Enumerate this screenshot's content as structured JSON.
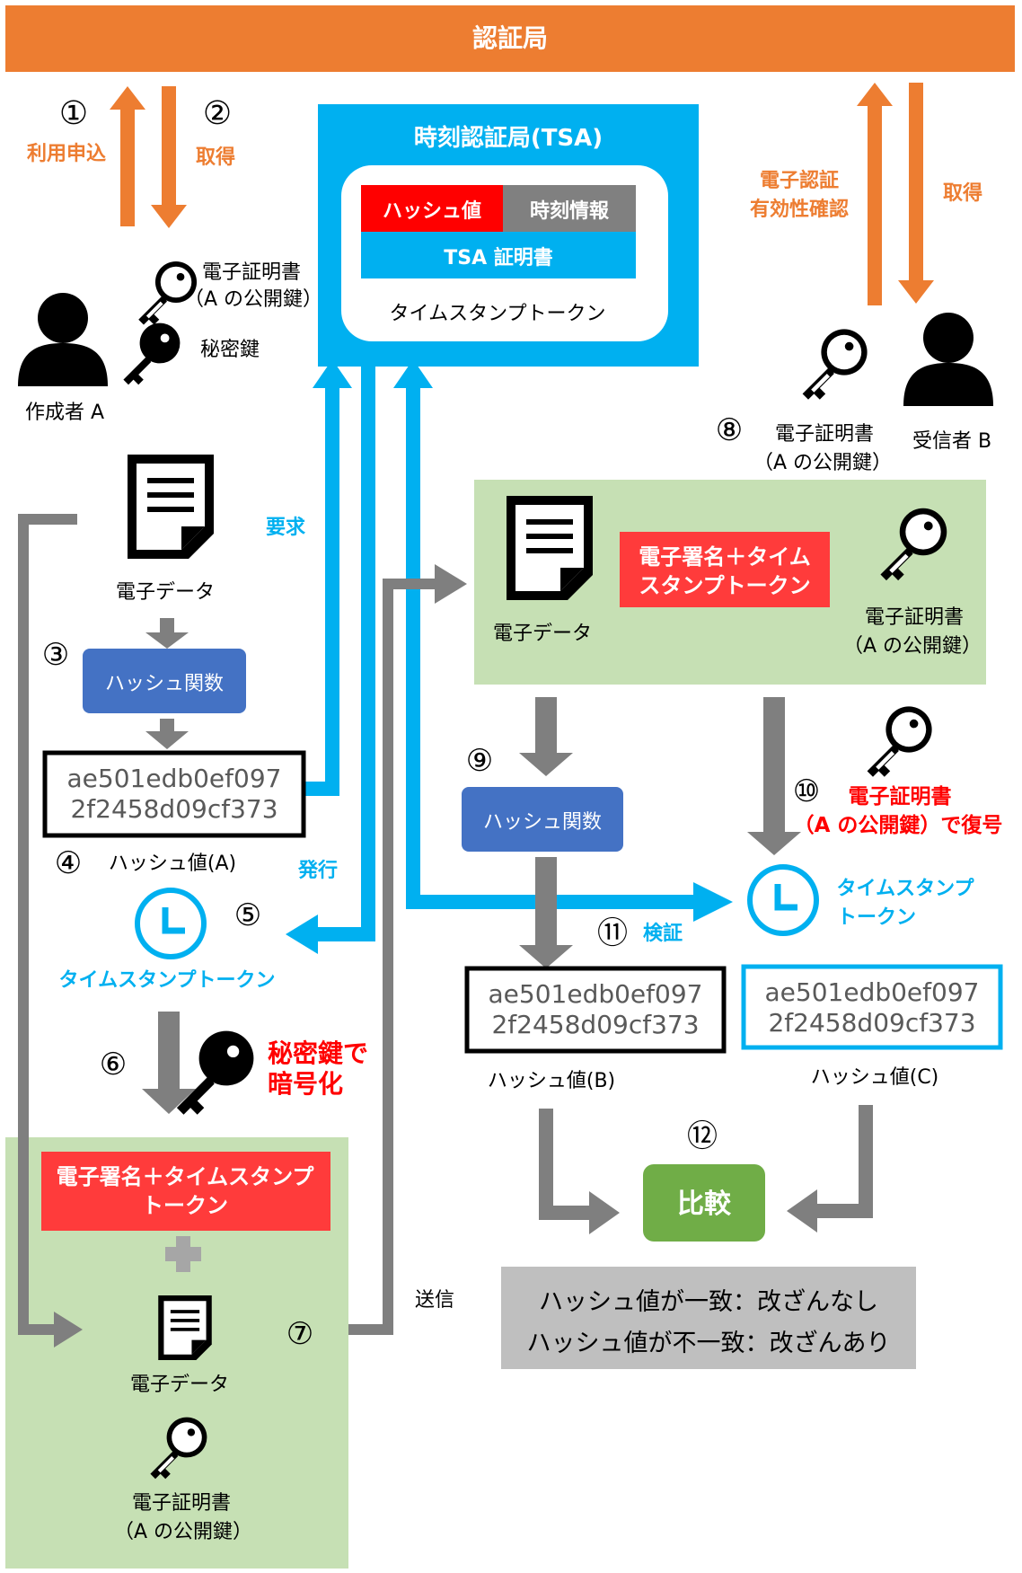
{
  "colors": {
    "orange": "#ED7D31",
    "blue": "#00B0F0",
    "gray": "#7F7F7F",
    "green_bg": "#C6E0B4",
    "red": "#FF3B3B",
    "red_text": "#FF0000",
    "hash_fn": "#4472C4",
    "compare": "#70AD47",
    "result_bg": "#BFBFBF",
    "timeinfo": "#808080"
  },
  "ca": {
    "title": "認証局"
  },
  "steps": {
    "s1": "①",
    "s2": "②",
    "s3": "③",
    "s4": "④",
    "s5": "⑤",
    "s6": "⑥",
    "s7": "⑦",
    "s8": "⑧",
    "s9": "⑨",
    "s10": "⑩",
    "s11": "⑪",
    "s12": "⑫"
  },
  "labels": {
    "apply": "利用申込",
    "get": "取得",
    "cert_check_1": "電子認証",
    "cert_check_2": "有効性確認",
    "get_right": "取得",
    "request": "要求",
    "issue": "発行",
    "verify": "検証",
    "send": "送信",
    "encrypt_1": "秘密鍵で",
    "encrypt_2": "暗号化",
    "decrypt_1": "電子証明書",
    "decrypt_2": "（A の公開鍵）で復号"
  },
  "tsa": {
    "title": "時刻認証局(TSA)",
    "hash": "ハッシュ値",
    "time_info": "時刻情報",
    "cert": "TSA 証明書",
    "token": "タイムスタンプトークン"
  },
  "author": {
    "name": "作成者 A",
    "cert_1": "電子証明書",
    "cert_2": "（A の公開鍵）",
    "private_key": "秘密鍵"
  },
  "receiver": {
    "name": "受信者 B",
    "cert_1": "電子証明書",
    "cert_2": "（A の公開鍵）"
  },
  "left_flow": {
    "edata": "電子データ",
    "hash_fn": "ハッシュ関数",
    "hash_1": "ae501edb0ef097",
    "hash_2": "2f2458d09cf373",
    "hash_label": "ハッシュ値(A)",
    "timestamp_token": "タイムスタンプトークン"
  },
  "package_left": {
    "sig_1": "電子署名＋タイムスタンプ",
    "sig_2": "トークン",
    "edata": "電子データ",
    "cert_1": "電子証明書",
    "cert_2": "（A の公開鍵）"
  },
  "package_right": {
    "edata": "電子データ",
    "sig_1": "電子署名＋タイム",
    "sig_2": "スタンプトークン",
    "cert_1": "電子証明書",
    "cert_2": "（A の公開鍵）"
  },
  "right_flow": {
    "hash_fn": "ハッシュ関数",
    "timestamp_1": "タイムスタンプ",
    "timestamp_2": "トークン",
    "hash_b_1": "ae501edb0ef097",
    "hash_b_2": "2f2458d09cf373",
    "hash_b_label": "ハッシュ値(B)",
    "hash_c_1": "ae501edb0ef097",
    "hash_c_2": "2f2458d09cf373",
    "hash_c_label": "ハッシュ値(C)",
    "compare": "比較",
    "result_1": "ハッシュ値が一致：改ざんなし",
    "result_2": "ハッシュ値が不一致：改ざんあり"
  }
}
